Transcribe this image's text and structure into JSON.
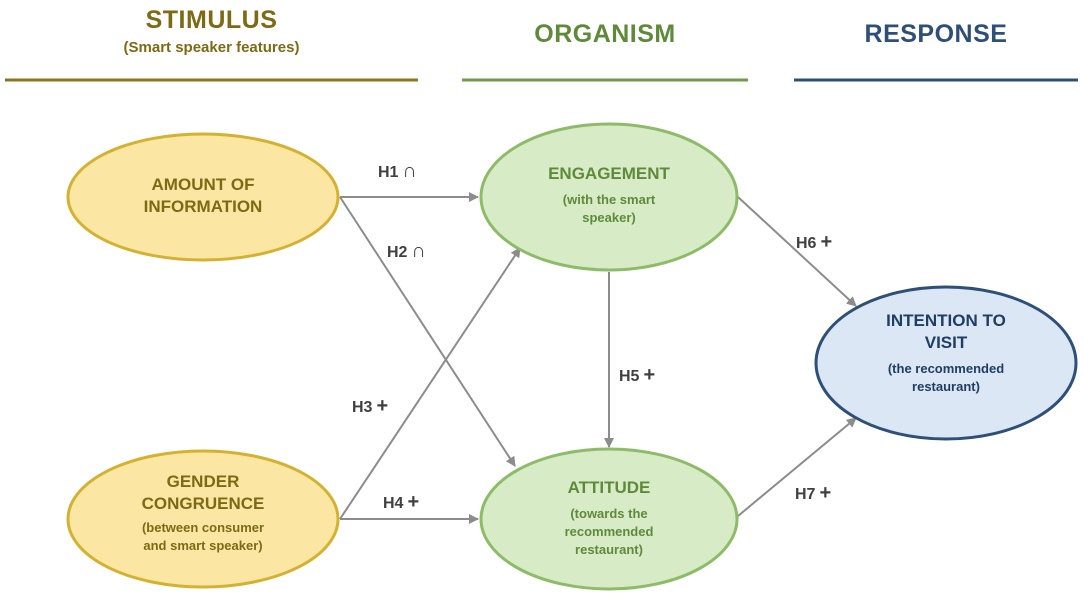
{
  "columns": {
    "stimulus": {
      "title": "STIMULUS",
      "subtitle": "(Smart speaker features)",
      "color": "#7d6a14"
    },
    "organism": {
      "title": "ORGANISM",
      "color": "#5e8a3a"
    },
    "response": {
      "title": "RESPONSE",
      "color": "#2e4f78"
    }
  },
  "nodes": {
    "amount": {
      "title_line1": "AMOUNT OF",
      "title_line2": "INFORMATION"
    },
    "gender": {
      "title_line1": "GENDER",
      "title_line2": "CONGRUENCE",
      "desc_line1": "(between consumer",
      "desc_line2": "and smart speaker)"
    },
    "engagement": {
      "title": "ENGAGEMENT",
      "desc_line1": "(with the smart",
      "desc_line2": "speaker)"
    },
    "attitude": {
      "title": "ATTITUDE",
      "desc_line1": "(towards the",
      "desc_line2": "recommended",
      "desc_line3": "restaurant)"
    },
    "intention": {
      "title_line1": "INTENTION TO",
      "title_line2": "VISIT",
      "desc_line1": "(the recommended",
      "desc_line2": "restaurant)"
    }
  },
  "hypotheses": {
    "h1": {
      "label": "H1",
      "sign": "∩"
    },
    "h2": {
      "label": "H2",
      "sign": "∩"
    },
    "h3": {
      "label": "H3",
      "sign": "+"
    },
    "h4": {
      "label": "H4",
      "sign": "+"
    },
    "h5": {
      "label": "H5",
      "sign": "+"
    },
    "h6": {
      "label": "H6",
      "sign": "+"
    },
    "h7": {
      "label": "H7",
      "sign": "+"
    }
  },
  "colors": {
    "yellow_fill": "#fbe7a3",
    "yellow_stroke": "#d4b130",
    "green_fill": "#d8ebc7",
    "green_stroke": "#8dbb68",
    "blue_fill": "#dbe7f4",
    "blue_stroke": "#2e4f78",
    "arrow": "#8c8c8c"
  }
}
